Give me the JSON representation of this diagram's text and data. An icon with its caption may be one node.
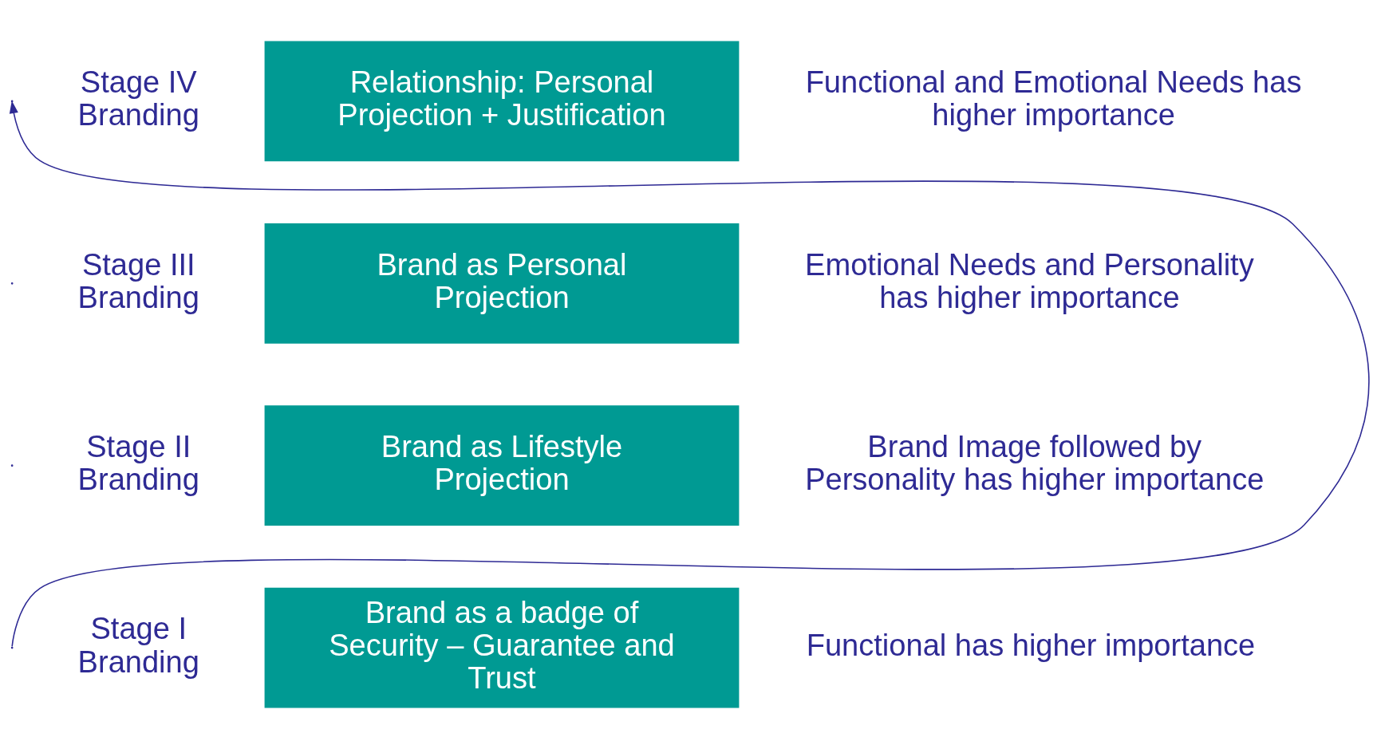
{
  "diagram": {
    "nodes": [
      {
        "text": [
          "Relationship: Personal Projection + Justification"
        ],
        "beside": [
          "Stage IV Branding",
          "Functional and Emotional Needs has higher importance"
        ]
      },
      {
        "text": [
          "Brand as Personal Projection"
        ],
        "beside": [
          "Stage III Branding",
          "Emotional Needs and Personality has higher importance"
        ]
      },
      {
        "text": [
          "Brand as Lifestyle Projection"
        ],
        "beside": [
          "Stage II Branding",
          "Brand Image followed by Personality has higher importance"
        ]
      },
      {
        "text": [
          "Brand as a badge of Security – Guarantee and Trust"
        ],
        "beside": [
          "Stage I Branding",
          "Functional has higher importance"
        ]
      }
    ],
    "edges": []
  }
}
